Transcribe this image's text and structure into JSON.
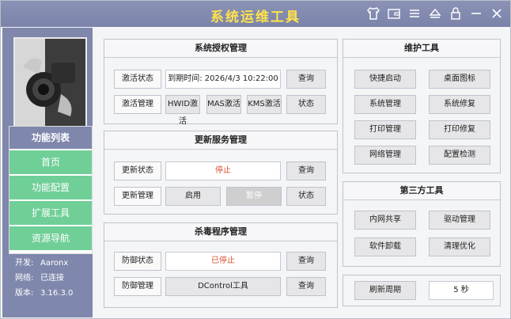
{
  "window": {
    "title": "系统运维工具"
  },
  "sidebar": {
    "menu_title": "功能列表",
    "items": [
      "首页",
      "功能配置",
      "扩展工具",
      "资源导航"
    ],
    "info": [
      {
        "k": "开发:",
        "v": "Aaronx"
      },
      {
        "k": "网络:",
        "v": "已连接"
      },
      {
        "k": "版本:",
        "v": "3.16.3.0"
      }
    ]
  },
  "license": {
    "title": "系统授权管理",
    "status_label": "激活状态",
    "expire_text": "到期时间: 2026/4/3 10:22:00",
    "query": "查询",
    "manage_label": "激活管理",
    "hwid": "HWID激活",
    "mas": "MAS激活",
    "kms": "KMS激活",
    "status": "状态"
  },
  "update": {
    "title": "更新服务管理",
    "status_label": "更新状态",
    "status_value": "停止",
    "query": "查询",
    "manage_label": "更新管理",
    "enable": "启用",
    "pause": "暂停",
    "status": "状态"
  },
  "antivirus": {
    "title": "杀毒程序管理",
    "status_label": "防御状态",
    "status_value": "已停止",
    "query": "查询",
    "manage_label": "防御管理",
    "dcontrol": "DControl工具",
    "query2": "查询"
  },
  "maintenance": {
    "title": "维护工具",
    "buttons": [
      "快捷启动",
      "桌面图标",
      "系统管理",
      "系统修复",
      "打印管理",
      "打印修复",
      "网络管理",
      "配置检测"
    ]
  },
  "thirdparty": {
    "title": "第三方工具",
    "buttons": [
      "内网共享",
      "驱动管理",
      "软件卸载",
      "清理优化"
    ]
  },
  "refresh": {
    "label": "刷新周期",
    "value": "5 秒"
  }
}
